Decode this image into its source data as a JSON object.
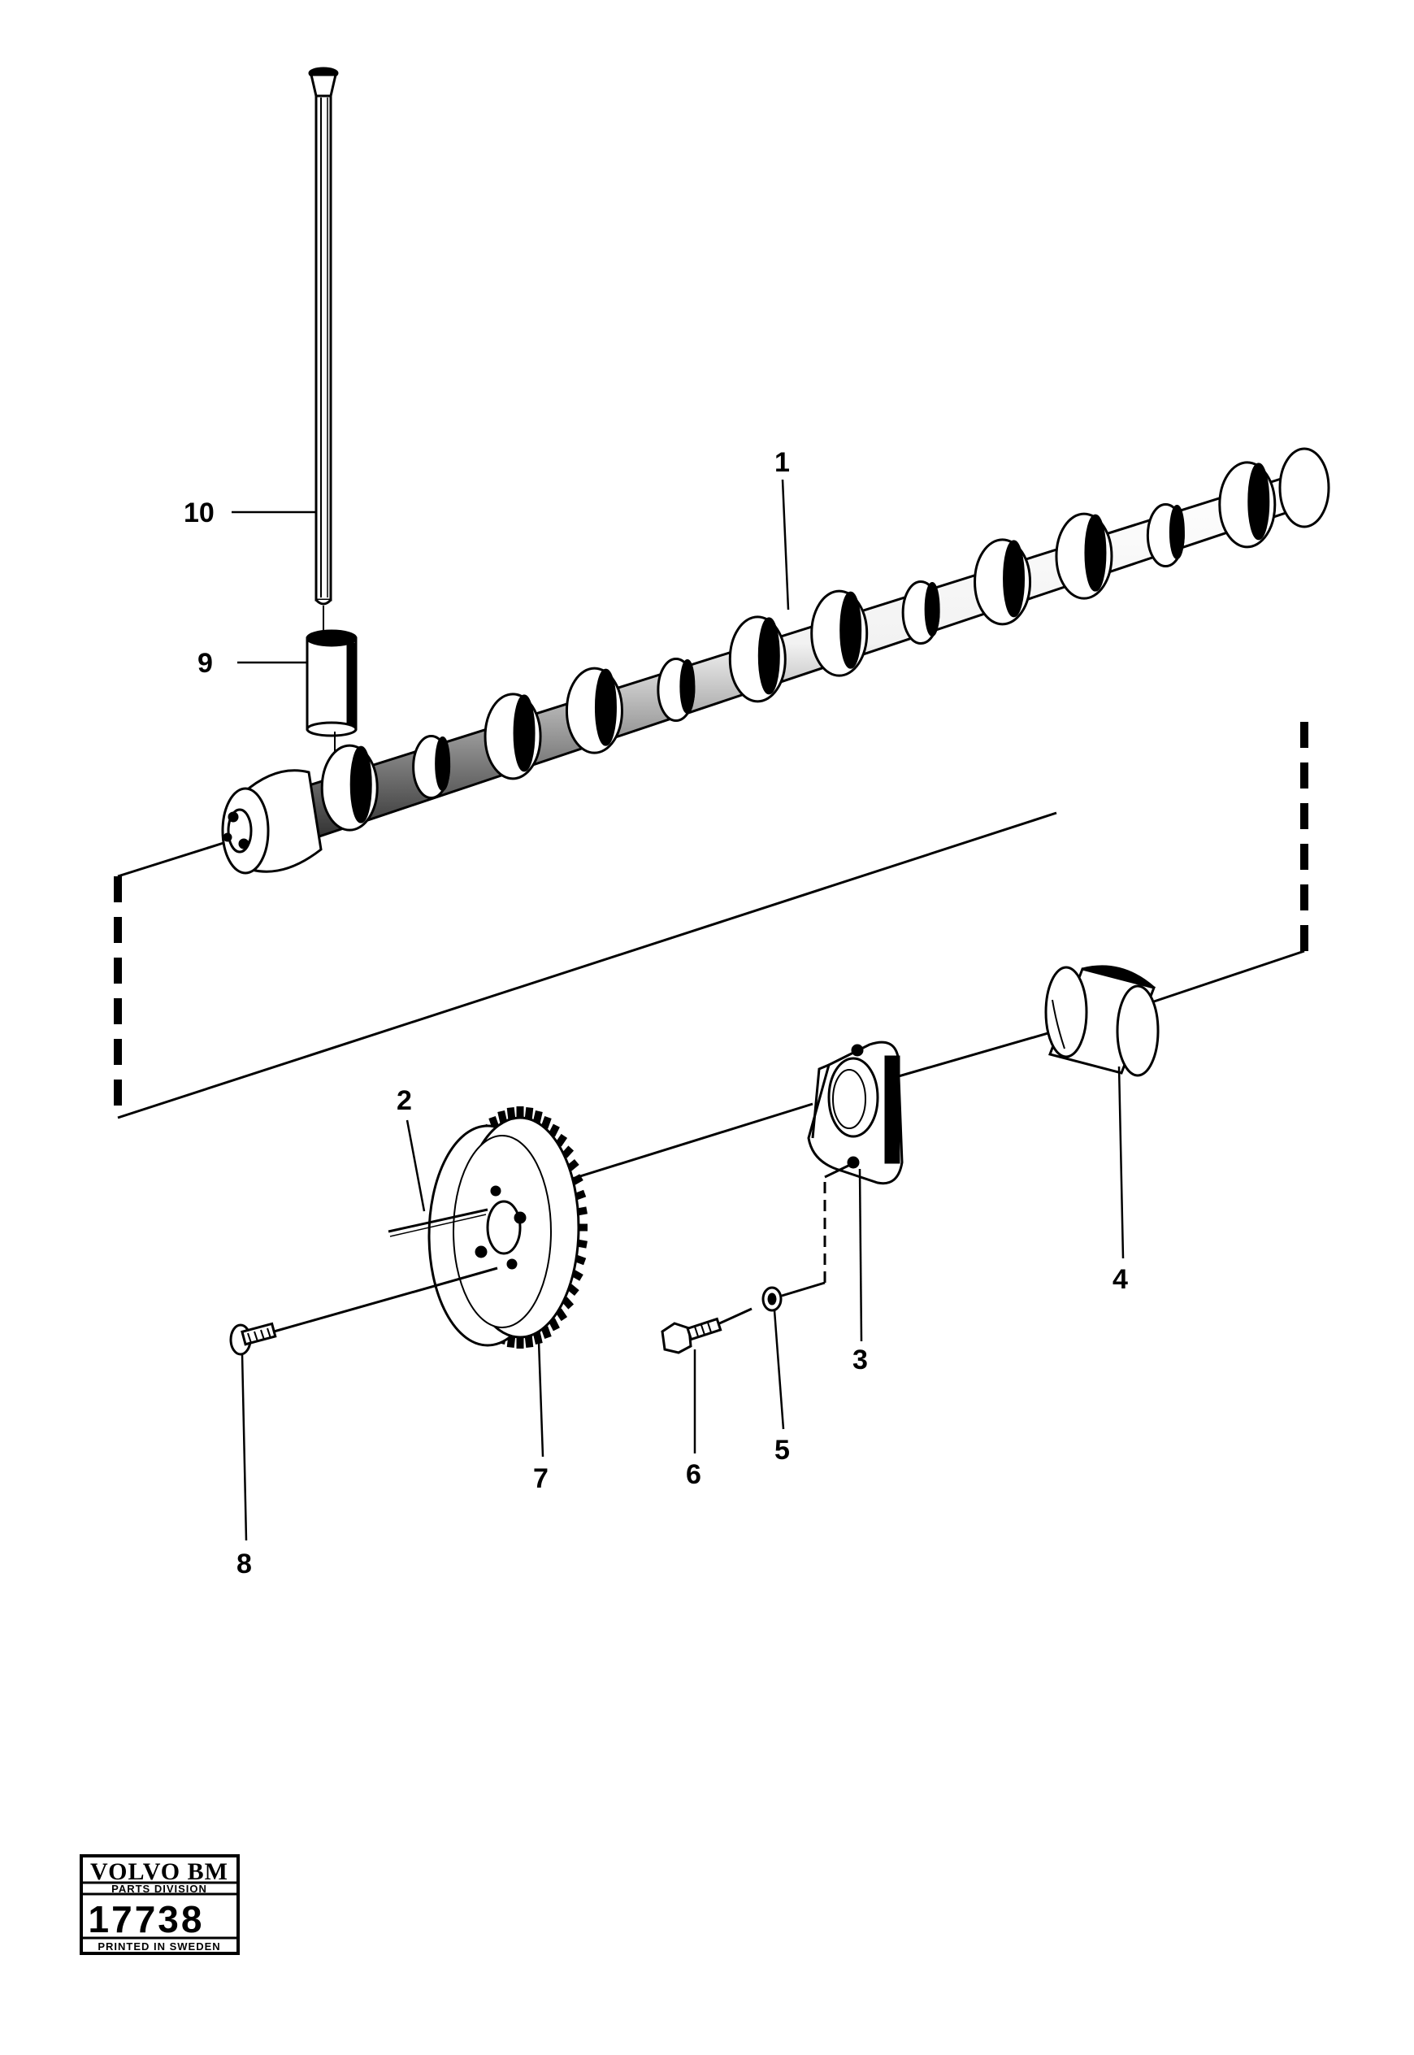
{
  "diagram": {
    "callouts": [
      "1",
      "2",
      "3",
      "4",
      "5",
      "6",
      "7",
      "8",
      "9",
      "10"
    ],
    "parts": [
      {
        "callout": "1",
        "icon": "camshaft-icon"
      },
      {
        "callout": "2",
        "icon": "pin-icon"
      },
      {
        "callout": "3",
        "icon": "thrust-flange-icon"
      },
      {
        "callout": "4",
        "icon": "bushing-icon"
      },
      {
        "callout": "5",
        "icon": "washer-icon"
      },
      {
        "callout": "6",
        "icon": "bolt-icon"
      },
      {
        "callout": "7",
        "icon": "gear-icon"
      },
      {
        "callout": "8",
        "icon": "screw-icon"
      },
      {
        "callout": "9",
        "icon": "tappet-icon"
      },
      {
        "callout": "10",
        "icon": "push-rod-icon"
      }
    ]
  },
  "stamp": {
    "brand": "VOLVO BM",
    "division": "PARTS DIVISION",
    "number": "17738",
    "printed": "PRINTED IN SWEDEN"
  },
  "colors": {
    "ink": "#000000",
    "paper": "#ffffff"
  }
}
